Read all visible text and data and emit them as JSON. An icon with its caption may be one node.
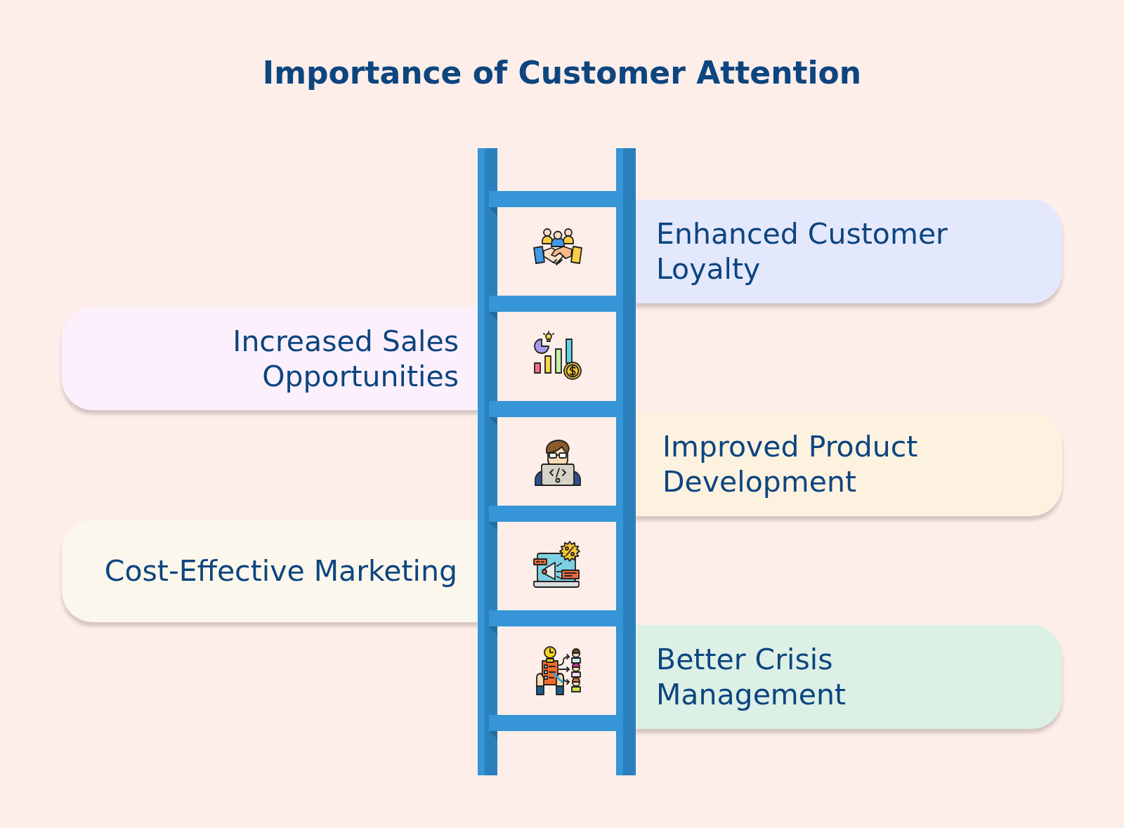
{
  "diagram": {
    "title": "Importance of Customer Attention",
    "nodes": [
      {
        "text": [
          "Enhanced Customer Loyalty"
        ]
      },
      {
        "text": [
          "Increased Sales Opportunities"
        ]
      },
      {
        "text": [
          "Improved Product Development"
        ]
      },
      {
        "text": [
          "Cost-Effective Marketing"
        ]
      },
      {
        "text": [
          "Better Crisis Management"
        ]
      }
    ]
  }
}
